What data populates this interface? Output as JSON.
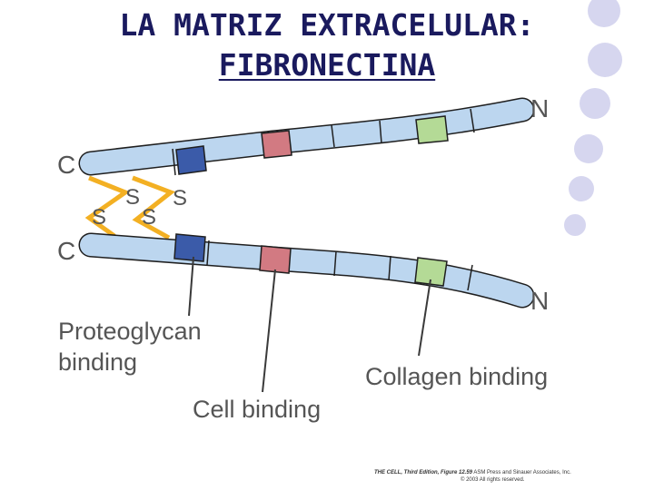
{
  "title": {
    "line1": "LA MATRIZ EXTRACELULAR:",
    "line2": "FIBRONECTINA"
  },
  "diagram": {
    "chain_terminals": {
      "top_c": "C",
      "top_n": "N",
      "bottom_c": "C",
      "bottom_n": "N"
    },
    "disulfide_labels": [
      "S",
      "S",
      "S",
      "S"
    ],
    "labels": {
      "proteoglycan_line1": "Proteoglycan",
      "proteoglycan_line2": "binding",
      "cell": "Cell binding",
      "collagen": "Collagen binding"
    },
    "colors": {
      "chain": "#bcd6ef",
      "chain_outline": "#1f1f1f",
      "proteoglycan_domain": "#3b5ba9",
      "cell_domain": "#d27a82",
      "collagen_domain": "#b4da96",
      "disulfide_bond": "#f3b023",
      "decor_circle": "#d6d6ef"
    }
  },
  "credit": {
    "book": "THE CELL, Third Edition, Figure 12.59",
    "publisher": "ASM Press and Sinauer Associates, Inc.",
    "copyright": "© 2003 All rights reserved."
  }
}
